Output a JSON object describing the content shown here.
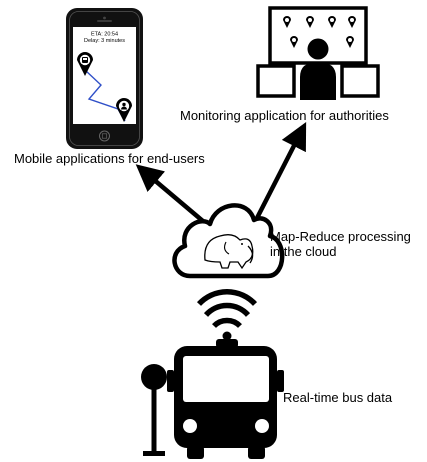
{
  "phone": {
    "eta_text": "ETA: 20:54",
    "delay_text": "Delay: 3 minutes"
  },
  "labels": {
    "monitoring": "Monitoring application for authorities",
    "mobile": "Mobile applications for end-users",
    "cloud_line1": "Map-Reduce processing",
    "cloud_line2": "in the cloud",
    "bus_data": "Real-time bus data"
  }
}
